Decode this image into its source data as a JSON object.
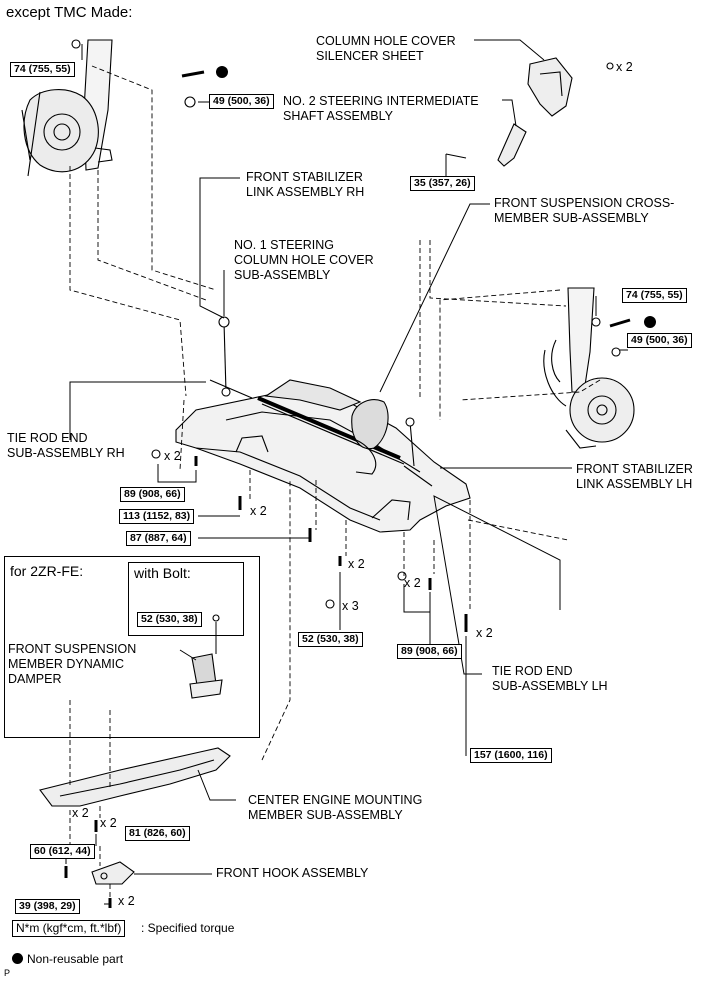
{
  "header": {
    "title": "except TMC Made:"
  },
  "callouts": {
    "column_hole_cover_silencer": [
      "COLUMN HOLE COVER",
      "SILENCER SHEET"
    ],
    "no2_intermediate_shaft": [
      "NO. 2 STEERING INTERMEDIATE",
      "SHAFT ASSEMBLY"
    ],
    "stabilizer_link_rh": [
      "FRONT STABILIZER",
      "LINK ASSEMBLY RH"
    ],
    "crossmember": [
      "FRONT SUSPENSION CROSS-",
      "MEMBER SUB-ASSEMBLY"
    ],
    "no1_column_hole_cover": [
      "NO. 1 STEERING",
      "COLUMN HOLE COVER",
      "SUB-ASSEMBLY"
    ],
    "tie_rod_rh": [
      "TIE ROD END",
      "SUB-ASSEMBLY RH"
    ],
    "stabilizer_link_lh": [
      "FRONT STABILIZER",
      "LINK ASSEMBLY LH"
    ],
    "tie_rod_lh": [
      "TIE ROD END",
      "SUB-ASSEMBLY LH"
    ],
    "dynamic_damper": [
      "FRONT SUSPENSION",
      "MEMBER DYNAMIC",
      "DAMPER"
    ],
    "center_engine_mount": [
      "CENTER ENGINE MOUNTING",
      "MEMBER SUB-ASSEMBLY"
    ],
    "front_hook": [
      "FRONT HOOK ASSEMBLY"
    ]
  },
  "torques": {
    "t74_rh": "74 (755, 55)",
    "t49_rh": "49 (500, 36)",
    "t35": "35 (357, 26)",
    "t74_lh": "74 (755, 55)",
    "t49_lh": "49 (500, 36)",
    "t89_rh": "89 (908, 66)",
    "t113": "113 (1152, 83)",
    "t87": "87 (887, 64)",
    "t52_bolt": "52 (530, 38)",
    "t52_main": "52 (530, 38)",
    "t89_lh": "89 (908, 66)",
    "t157": "157 (1600, 116)",
    "t60": "60 (612, 44)",
    "t81": "81 (826, 60)",
    "t39": "39 (398, 29)"
  },
  "quantities": {
    "q_silencer": "x 2",
    "q_89rh": "x 2",
    "q_113": "x 2",
    "q_52a": "x 2",
    "q_52b": "x 3",
    "q_89lh": "x 2",
    "q_157": "x 2",
    "q_60": "x 2",
    "q_81": "x 2",
    "q_39": "x 2"
  },
  "inset": {
    "title": "for 2ZR-FE:",
    "sub_title": "with Bolt:"
  },
  "legend": {
    "torque_unit": "N*m (kgf*cm, ft.*lbf)",
    "torque_desc": ": Specified torque",
    "non_reusable": "Non-reusable part"
  },
  "footer": {
    "code": "P"
  }
}
